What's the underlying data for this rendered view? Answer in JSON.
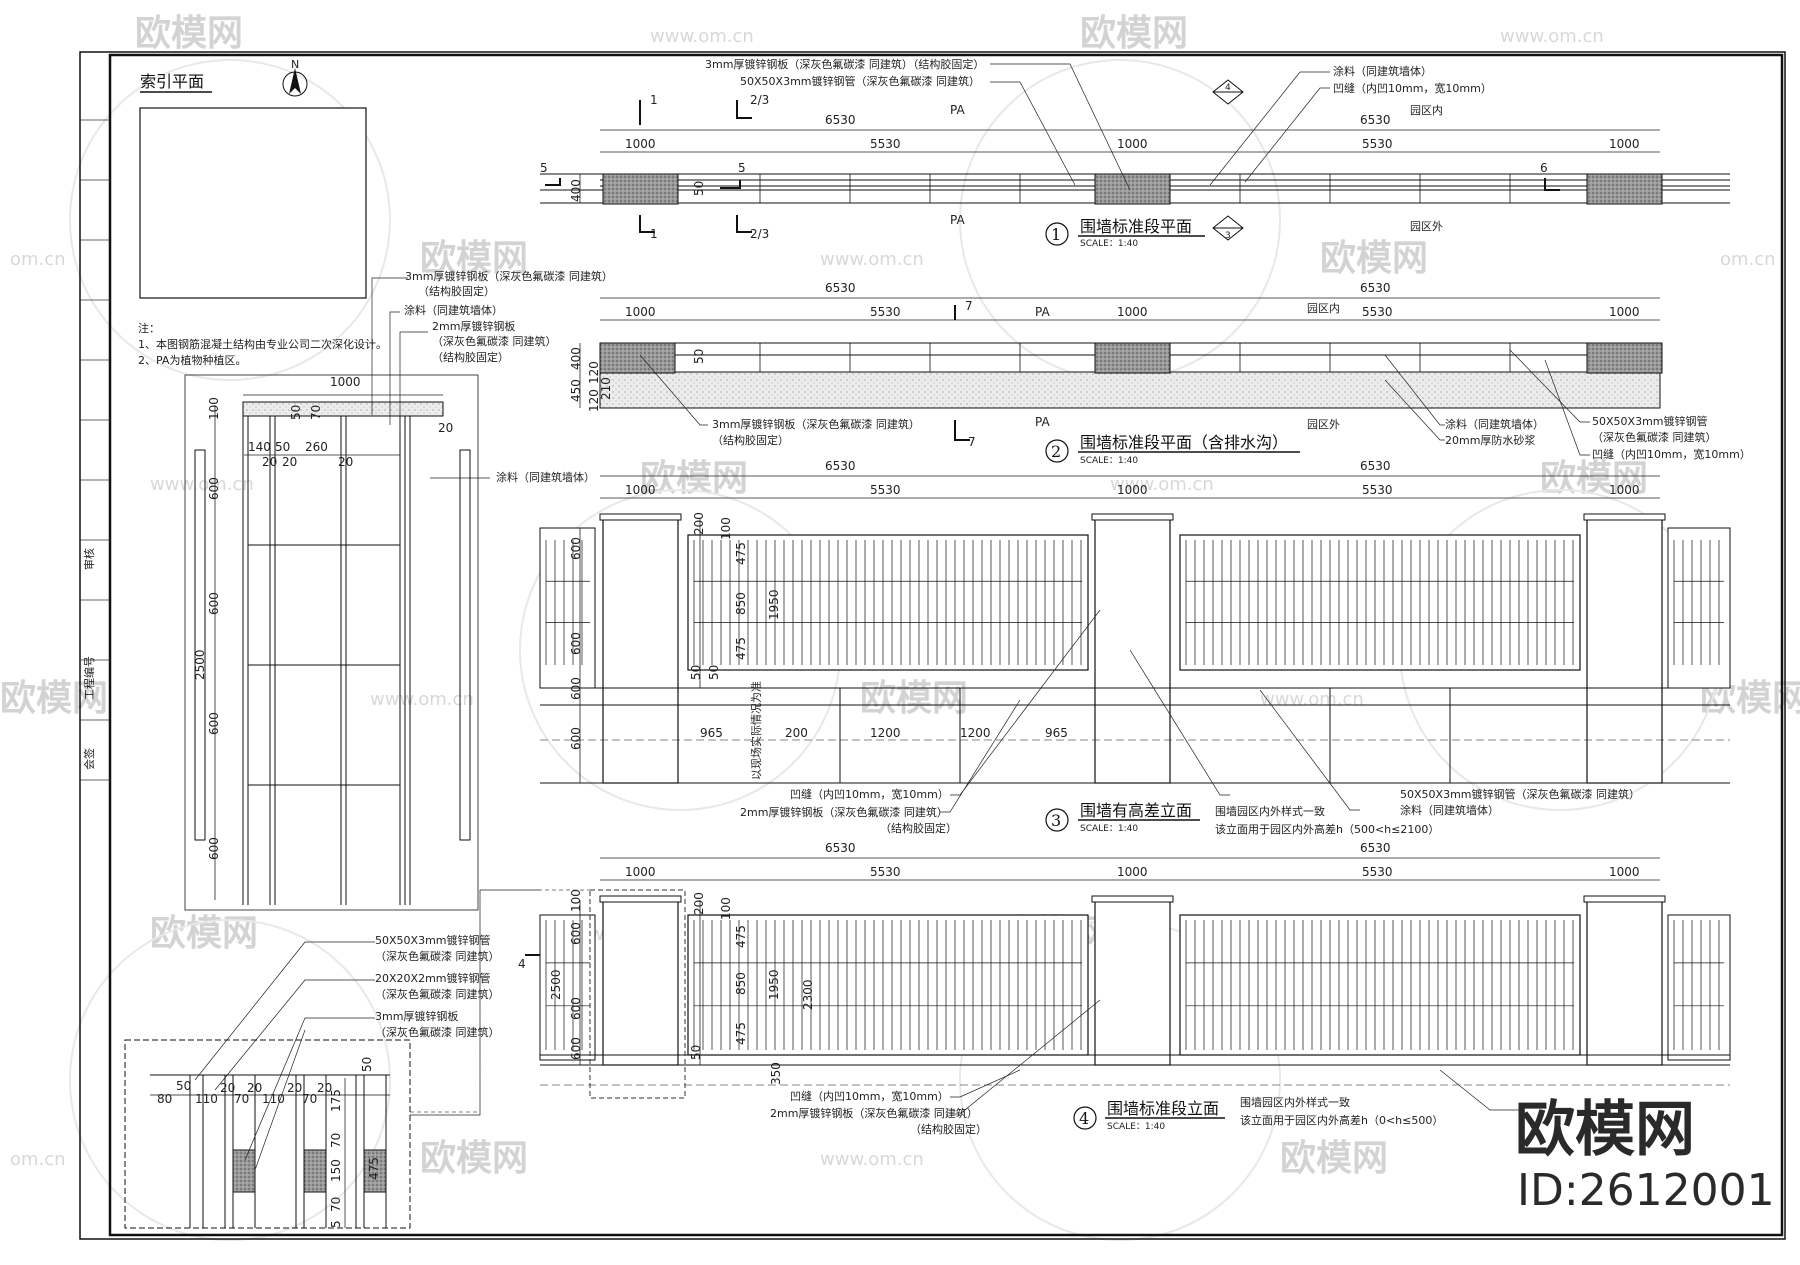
{
  "watermark": {
    "brand": "欧模网",
    "url": "www.om.cn",
    "url_short": "om.cn",
    "big_brand": "欧模网",
    "id": "ID:2612001"
  },
  "index_plan": {
    "title": "索引平面",
    "north": "N"
  },
  "notes": {
    "heading": "注：",
    "line1": "1、本图钢筋混凝土结构由专业公司二次深化设计。",
    "line2": "2、PA为植物种植区。"
  },
  "detail_top": {
    "label1a": "3mm厚镀锌钢板（深灰色氟碳漆 同建筑）",
    "label1b": "（结构胶固定）",
    "label2": "涂料（同建筑墙体）",
    "label3a": "2mm厚镀锌钢板",
    "label3b": "（深灰色氟碳漆 同建筑）",
    "label3c": "（结构胶固定）",
    "label4": "涂料（同建筑墙体）",
    "d_1000": "1000",
    "d_100": "100",
    "d_50": "50",
    "d_70": "70",
    "d_140": "140",
    "d_50b": "50",
    "d_260": "260",
    "d_20a": "20",
    "d_20b": "20",
    "d_20c": "20",
    "d_20d": "20",
    "d_600a": "600",
    "d_600b": "600",
    "d_600c": "600",
    "d_600d": "600",
    "d_2500": "2500"
  },
  "detail_bottom": {
    "l1a": "50X50X3mm镀锌钢管",
    "l1b": "（深灰色氟碳漆 同建筑）",
    "l2a": "20X20X2mm镀锌钢管",
    "l2b": "（深灰色氟碳漆 同建筑）",
    "l3a": "3mm厚镀锌钢板",
    "l3b": "（深灰色氟碳漆 同建筑）",
    "d_80": "80",
    "d_50": "50",
    "d_110a": "110",
    "d_20a": "20",
    "d_70a": "70",
    "d_20b": "20",
    "d_110b": "110",
    "d_20c": "20",
    "d_70b": "70",
    "d_20d": "20",
    "d_50b": "50",
    "d_175": "175",
    "d_70c": "70",
    "d_150": "150",
    "d_70d": "70",
    "d_5": "5",
    "d_475": "475"
  },
  "plan1": {
    "title": "围墙标准段平面",
    "num": "1",
    "scale": "SCALE：1:40",
    "label_a": "3mm厚镀锌钢板（深灰色氟碳漆 同建筑）（结构胶固定）",
    "label_b": "50X50X3mm镀锌钢管（深灰色氟碳漆 同建筑）",
    "label_c": "涂料（同建筑墙体）",
    "label_d": "凹缝（内凹10mm，宽10mm）",
    "pa_top": "PA",
    "pa_bottom": "PA",
    "inside": "园区内",
    "outside": "园区外",
    "s_6530a": "6530",
    "s_6530b": "6530",
    "s_1000a": "1000",
    "s_5530a": "5530",
    "s_1000b": "1000",
    "s_5530b": "5530",
    "s_1000c": "1000",
    "s_400": "400",
    "s_50": "50",
    "s_5a": "5",
    "s_5b": "5",
    "s_6": "6",
    "c1_top": "1",
    "c1_bot": "1",
    "c23_top": "2/3",
    "c23_bot": "2/3",
    "tag4": "4",
    "tag3": "3"
  },
  "plan2": {
    "title": "围墙标准段平面（含排水沟）",
    "num": "2",
    "scale": "SCALE：1:40",
    "pa_top": "PA",
    "pa_bottom": "PA",
    "inside": "园区内",
    "outside": "园区外",
    "s_6530a": "6530",
    "s_6530b": "6530",
    "s_1000a": "1000",
    "s_5530a": "5530",
    "s_1000b": "1000",
    "s_5530b": "5530",
    "s_1000c": "1000",
    "s_400": "400",
    "s_50": "50",
    "s_450": "450",
    "s_120a": "120",
    "s_210": "210",
    "s_120b": "120",
    "c7_top": "7",
    "c7_bot": "7",
    "label_a": "3mm厚镀锌钢板（深灰色氟碳漆 同建筑）",
    "label_a2": "（结构胶固定）",
    "label_b": "涂料（同建筑墙体）",
    "label_c": "20mm厚防水砂浆",
    "label_d": "50X50X3mm镀锌钢管",
    "label_d2": "（深灰色氟碳漆 同建筑）",
    "label_e": "凹缝（内凹10mm，宽10mm）"
  },
  "elev3": {
    "title": "围墙有高差立面",
    "num": "3",
    "scale": "SCALE：1:40",
    "s_6530a": "6530",
    "s_6530b": "6530",
    "s_1000a": "1000",
    "s_5530a": "5530",
    "s_1000b": "1000",
    "s_5530b": "5530",
    "s_1000c": "1000",
    "v_200": "200",
    "v_100": "100",
    "v_475a": "475",
    "v_850": "850",
    "v_1950": "1950",
    "v_475b": "475",
    "v_50a": "50",
    "v_50b": "50",
    "v_600a": "600",
    "v_600b": "600",
    "v_600c": "600",
    "v_600d": "600",
    "h_965a": "965",
    "h_200": "200",
    "h_1200a": "1200",
    "h_1200b": "1200",
    "h_965b": "965",
    "vert_note": "以现场实际情况为准",
    "label_a": "凹缝（内凹10mm，宽10mm）",
    "label_b": "2mm厚镀锌钢板（深灰色氟碳漆 同建筑）",
    "label_b2": "（结构胶固定）",
    "label_c": "50X50X3mm镀锌钢管（深灰色氟碳漆 同建筑）",
    "label_d": "涂料（同建筑墙体）",
    "note1": "围墙园区内外样式一致",
    "note2": "该立面用于园区内外高差h（500<h≤2100）"
  },
  "elev4": {
    "title": "围墙标准段立面",
    "num": "4",
    "scale": "SCALE：1:40",
    "s_6530a": "6530",
    "s_6530b": "6530",
    "s_1000a": "1000",
    "s_5530a": "5530",
    "s_1000b": "1000",
    "s_5530b": "5530",
    "s_1000c": "1000",
    "v_100": "100",
    "v_600a": "600",
    "v_2500": "2500",
    "v_600b": "600",
    "v_600c": "600",
    "v_200": "200",
    "v_100b": "100",
    "v_475a": "475",
    "v_850": "850",
    "v_1950": "1950",
    "v_2300": "2300",
    "v_475b": "475",
    "v_50": "50",
    "v_350": "350",
    "tag": "4",
    "label_a": "凹缝（内凹10mm，宽10mm）",
    "label_b": "2mm厚镀锌钢板（深灰色氟碳漆 同建筑）",
    "label_b2": "（结构胶固定）",
    "note1": "围墙园区内外样式一致",
    "note2": "该立面用于园区内外高差h（0<h≤500）"
  },
  "title_block": {
    "t1": "会签",
    "t2": "工程编号",
    "t3": "审核"
  }
}
